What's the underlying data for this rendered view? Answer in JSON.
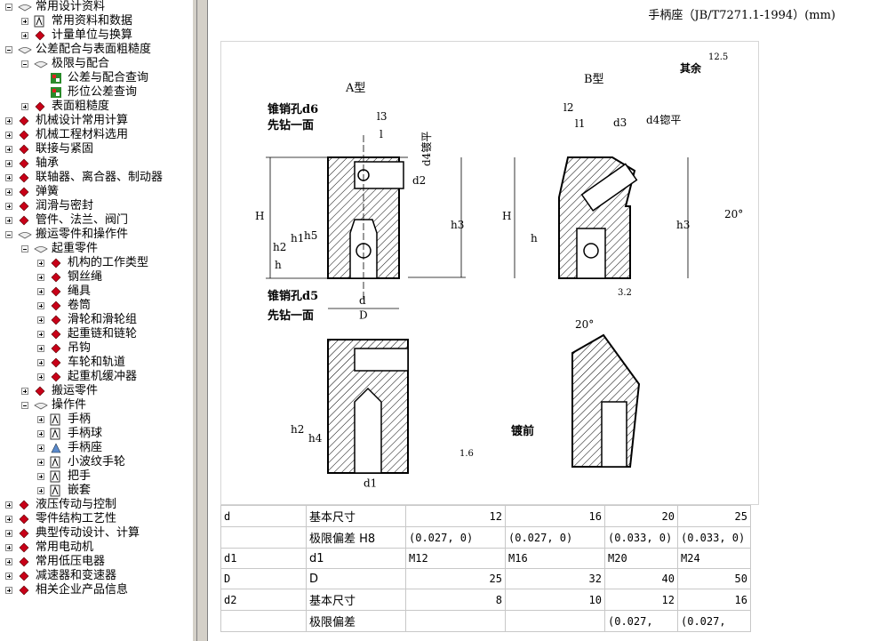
{
  "tree": [
    {
      "indent": 0,
      "exp": "minus",
      "icon": "book-open",
      "label": "常用设计资料"
    },
    {
      "indent": 1,
      "exp": "plus",
      "icon": "doc",
      "label": "常用资料和数据"
    },
    {
      "indent": 1,
      "exp": "plus",
      "icon": "book",
      "label": "计量单位与换算"
    },
    {
      "indent": 0,
      "exp": "minus",
      "icon": "book-open",
      "label": "公差配合与表面粗糙度"
    },
    {
      "indent": 1,
      "exp": "minus",
      "icon": "book-open",
      "label": "极限与配合"
    },
    {
      "indent": 2,
      "exp": "none",
      "icon": "grid",
      "label": "公差与配合查询"
    },
    {
      "indent": 2,
      "exp": "none",
      "icon": "grid",
      "label": "形位公差查询"
    },
    {
      "indent": 1,
      "exp": "plus",
      "icon": "book",
      "label": "表面粗糙度"
    },
    {
      "indent": 0,
      "exp": "plus",
      "icon": "book",
      "label": "机械设计常用计算"
    },
    {
      "indent": 0,
      "exp": "plus",
      "icon": "book",
      "label": "机械工程材料选用"
    },
    {
      "indent": 0,
      "exp": "plus",
      "icon": "book",
      "label": "联接与紧固"
    },
    {
      "indent": 0,
      "exp": "plus",
      "icon": "book",
      "label": "轴承"
    },
    {
      "indent": 0,
      "exp": "plus",
      "icon": "book",
      "label": "联轴器、离合器、制动器"
    },
    {
      "indent": 0,
      "exp": "plus",
      "icon": "book",
      "label": "弹簧"
    },
    {
      "indent": 0,
      "exp": "plus",
      "icon": "book",
      "label": "润滑与密封"
    },
    {
      "indent": 0,
      "exp": "plus",
      "icon": "book",
      "label": "管件、法兰、阀门"
    },
    {
      "indent": 0,
      "exp": "minus",
      "icon": "book-open",
      "label": "搬运零件和操作件"
    },
    {
      "indent": 1,
      "exp": "minus",
      "icon": "book-open",
      "label": "起重零件"
    },
    {
      "indent": 2,
      "exp": "plus",
      "icon": "book",
      "label": "机构的工作类型"
    },
    {
      "indent": 2,
      "exp": "plus",
      "icon": "book",
      "label": "钢丝绳"
    },
    {
      "indent": 2,
      "exp": "plus",
      "icon": "book",
      "label": "绳具"
    },
    {
      "indent": 2,
      "exp": "plus",
      "icon": "book",
      "label": "卷筒"
    },
    {
      "indent": 2,
      "exp": "plus",
      "icon": "book",
      "label": "滑轮和滑轮组"
    },
    {
      "indent": 2,
      "exp": "plus",
      "icon": "book",
      "label": "起重链和链轮"
    },
    {
      "indent": 2,
      "exp": "plus",
      "icon": "book",
      "label": "吊钩"
    },
    {
      "indent": 2,
      "exp": "plus",
      "icon": "book",
      "label": "车轮和轨道"
    },
    {
      "indent": 2,
      "exp": "plus",
      "icon": "book",
      "label": "起重机缓冲器"
    },
    {
      "indent": 1,
      "exp": "plus",
      "icon": "book",
      "label": "搬运零件"
    },
    {
      "indent": 1,
      "exp": "minus",
      "icon": "book-open",
      "label": "操作件"
    },
    {
      "indent": 2,
      "exp": "plus",
      "icon": "doc",
      "label": "手柄"
    },
    {
      "indent": 2,
      "exp": "plus",
      "icon": "doc",
      "label": "手柄球"
    },
    {
      "indent": 2,
      "exp": "plus",
      "icon": "selected",
      "label": "手柄座"
    },
    {
      "indent": 2,
      "exp": "plus",
      "icon": "doc",
      "label": "小波纹手轮"
    },
    {
      "indent": 2,
      "exp": "plus",
      "icon": "doc",
      "label": "把手"
    },
    {
      "indent": 2,
      "exp": "plus",
      "icon": "doc",
      "label": "嵌套"
    },
    {
      "indent": 0,
      "exp": "plus",
      "icon": "book",
      "label": "液压传动与控制"
    },
    {
      "indent": 0,
      "exp": "plus",
      "icon": "book",
      "label": "零件结构工艺性"
    },
    {
      "indent": 0,
      "exp": "plus",
      "icon": "book",
      "label": "典型传动设计、计算"
    },
    {
      "indent": 0,
      "exp": "plus",
      "icon": "book",
      "label": "常用电动机"
    },
    {
      "indent": 0,
      "exp": "plus",
      "icon": "book",
      "label": "常用低压电器"
    },
    {
      "indent": 0,
      "exp": "plus",
      "icon": "book",
      "label": "减速器和变速器"
    },
    {
      "indent": 0,
      "exp": "plus",
      "icon": "book",
      "label": "相关企业产品信息"
    }
  ],
  "doc_title": "手柄座（JB/T7271.1-1994）(mm)",
  "drawing": {
    "type_a": "A型",
    "type_b": "B型",
    "rest_roughness_label": "其余",
    "rest_roughness_value": "12.5",
    "pin_hole_d6": "锥销孔d6",
    "pin_hole_d5": "锥销孔d5",
    "drill_one_side": "先钻一面",
    "d4_plated": "d4镀平",
    "d4_plated_b": "d4锪平",
    "angle_20": "20°",
    "plated_front": "镀前",
    "roughness_16": "1.6",
    "roughness_32": "3.2",
    "dim_l3": "l3",
    "dim_l": "l",
    "dim_l1": "l1",
    "dim_l2": "l2",
    "dim_d2": "d2",
    "dim_d3": "d3",
    "dim_H": "H",
    "dim_h": "h",
    "dim_h1": "h1",
    "dim_h2": "h2",
    "dim_h3": "h3",
    "dim_h4": "h4",
    "dim_h5": "h5",
    "dim_d": "d",
    "dim_D": "D",
    "dim_d1": "d1"
  },
  "table": {
    "rows": [
      {
        "name": "d",
        "sub": "基本尺寸",
        "vals": [
          "12",
          "16",
          "20",
          "25"
        ],
        "numeric": true
      },
      {
        "name": "",
        "sub": "极限偏差 H8",
        "vals": [
          "(0.027, 0)",
          "(0.027, 0)",
          "(0.033, 0)",
          "(0.033, 0)"
        ],
        "numeric": false
      },
      {
        "name": "d1",
        "sub": "d1",
        "vals": [
          "M12",
          "M16",
          "M20",
          "M24"
        ],
        "numeric": false
      },
      {
        "name": "D",
        "sub": "D",
        "vals": [
          "25",
          "32",
          "40",
          "50"
        ],
        "numeric": true
      },
      {
        "name": "d2",
        "sub": "基本尺寸",
        "vals": [
          "8",
          "10",
          "12",
          "16"
        ],
        "numeric": true
      },
      {
        "name": "",
        "sub": "极限偏差",
        "vals": [
          "",
          "",
          "(0.027,",
          "(0.027,"
        ],
        "numeric": false
      }
    ]
  }
}
